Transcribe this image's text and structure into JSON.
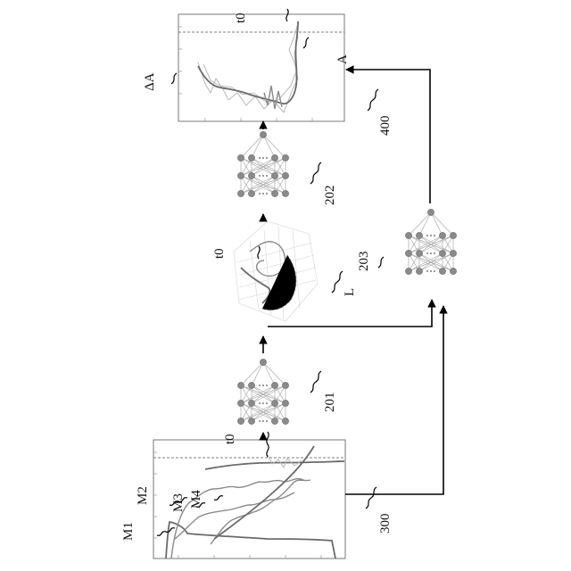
{
  "labels": {
    "m1": "M1",
    "m2": "M2",
    "m3": "M3",
    "m4": "M4",
    "t0_input": "t0",
    "ref_300": "300",
    "ref_201": "201",
    "t0_latent": "t0",
    "ref_l": "L",
    "ref_203": "203",
    "ref_202": "202",
    "t0_output": "t0",
    "delta_a": "ΔA",
    "a": "A",
    "ref_400": "400"
  },
  "colors": {
    "line": "#000000",
    "node": "#8a8a8a",
    "frame": "#777777"
  }
}
